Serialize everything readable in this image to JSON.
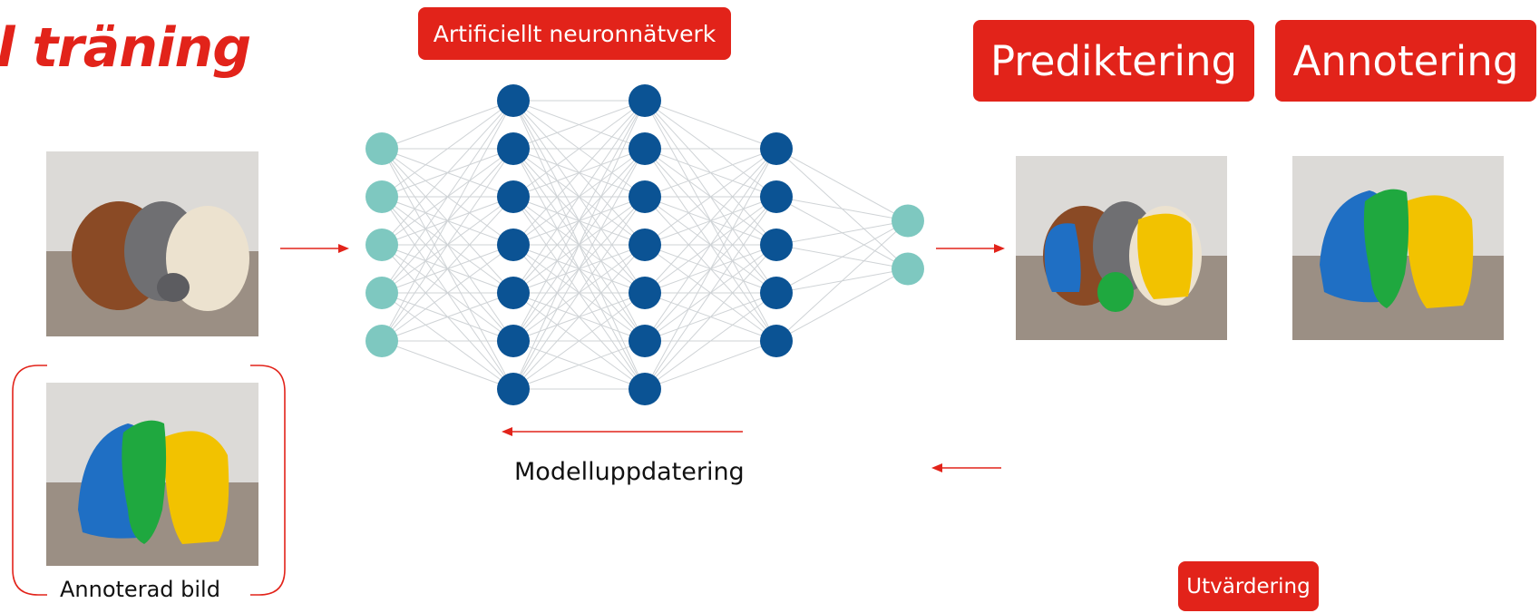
{
  "title": "l träning",
  "tags": {
    "ann": "Artificiellt neuronnätverk",
    "prediction": "Prediktering",
    "annotation": "Annotering",
    "evaluation": "Utvärdering"
  },
  "labels": {
    "annotated_image": "Annoterad bild",
    "model_update": "Modelluppdatering"
  },
  "colors": {
    "accent_red": "#e2231a",
    "node_dark_blue": "#0b5394",
    "node_teal": "#7ec8c0",
    "seg_blue": "#1f6fc4",
    "seg_green": "#1fa83f",
    "seg_yellow": "#f2c200"
  },
  "network": {
    "layers": [
      5,
      7,
      7,
      5,
      2
    ]
  }
}
